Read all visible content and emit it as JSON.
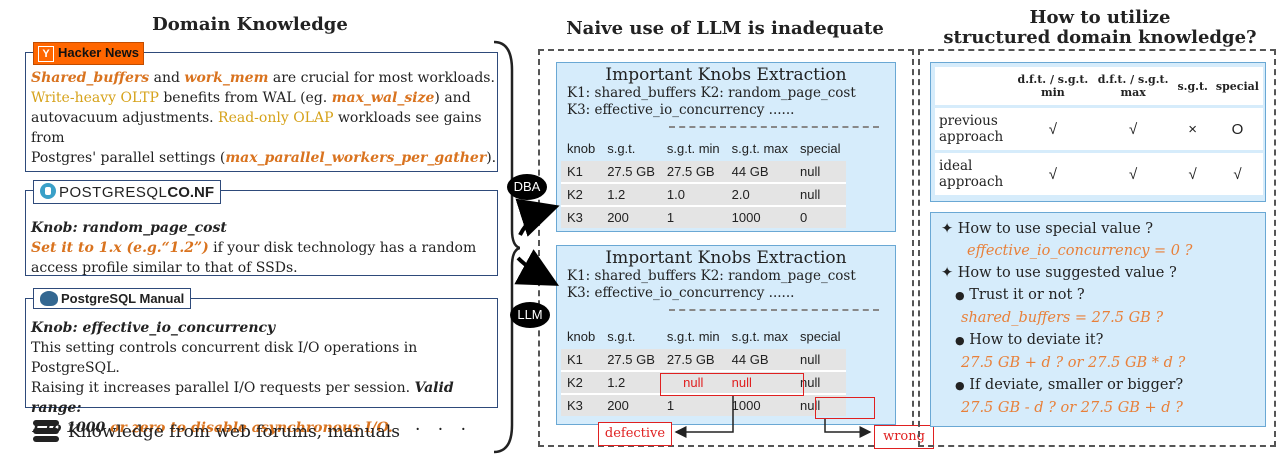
{
  "domain_knowledge": {
    "title": "Domain Knowledge",
    "hn": {
      "label": "Hacker News",
      "logo": "Y",
      "t1": "Shared_buffers",
      "t2": " and ",
      "t3": "work_mem",
      "t4": " are crucial for most workloads.",
      "t5": "Write-heavy OLTP",
      "t6": " benefits from WAL (eg. ",
      "t7": "max_wal_size",
      "t8": ") and",
      "t9": "autovacuum adjustments. ",
      "t10": "Read-only OLAP",
      "t11": " workloads see gains from",
      "t12": "Postgres' parallel settings (",
      "t13": "max_parallel_workers_per_gather",
      "t14": ")."
    },
    "pg_conf": {
      "label_a": "POSTGRESQL",
      "label_b": "CO.NF",
      "knob": "Knob: random_page_cost",
      "set_a": "Set it to 1.x (e.g.“1.2”)",
      "set_b": " if your disk technology has a random",
      "set_c": "access profile similar to that of SSDs."
    },
    "pg_manual": {
      "label": "PostgreSQL Manual",
      "knob": "Knob: effective_io_concurrency",
      "l1": "This setting controls concurrent disk I/O operations in PostgreSQL.",
      "l2a": "Raising it increases parallel I/O requests per session. ",
      "l2b": "Valid range:",
      "l3a": "1 to 1000",
      "l3b": " or zero to disable asynchronous I/O."
    },
    "footer": "Knowledge from web forums, manuals",
    "footer_dots": "· · ·"
  },
  "middle": {
    "title": "Naive use of LLM is inadequate",
    "dba_label": "DBA",
    "llm_label": "LLM",
    "panel_title": "Important Knobs Extraction",
    "k_line1": "K1: shared_buffers  K2: random_page_cost",
    "k_line2": "K3: effective_io_concurrency ......",
    "headers": [
      "knob",
      "s.g.t.",
      "s.g.t. min",
      "s.g.t. max",
      "special"
    ],
    "dba_rows": [
      [
        "K1",
        "27.5 GB",
        "27.5 GB",
        "44 GB",
        "null"
      ],
      [
        "K2",
        "1.2",
        "1.0",
        "2.0",
        "null"
      ],
      [
        "K3",
        "200",
        "1",
        "1000",
        "0"
      ]
    ],
    "llm_rows": [
      [
        "K1",
        "27.5 GB",
        "27.5 GB",
        "44 GB",
        "null"
      ],
      [
        "K2",
        "1.2",
        "null",
        "null",
        "null"
      ],
      [
        "K3",
        "200",
        "1",
        "1000",
        "null"
      ]
    ],
    "defective": "defective",
    "wrong": "wrong"
  },
  "right": {
    "title_l1": "How to utilize",
    "title_l2": "structured domain knowledge?",
    "cmp_headers": [
      "",
      "d.f.t. / s.g.t. min",
      "d.f.t. / s.g.t. max",
      "s.g.t.",
      "special"
    ],
    "cmp_rows": [
      [
        "previous approach",
        "√",
        "√",
        "×",
        "O"
      ],
      [
        "ideal approach",
        "√",
        "√",
        "√",
        "√"
      ]
    ],
    "q1": "How to use special value ?",
    "q1a": "effective_io_concurrency = 0 ?",
    "q2": "How to use suggested value ?",
    "q2_1": "Trust it or not ?",
    "q2_1a": "shared_buffers = 27.5 GB ?",
    "q2_2": "How to deviate it?",
    "q2_2a": "27.5 GB + d ?  or  27.5 GB * d ?",
    "q2_3": "If deviate, smaller or bigger?",
    "q2_3a": "27.5 GB - d ?  or  27.5 GB + d ?",
    "star": "✦",
    "bullet": "●"
  }
}
